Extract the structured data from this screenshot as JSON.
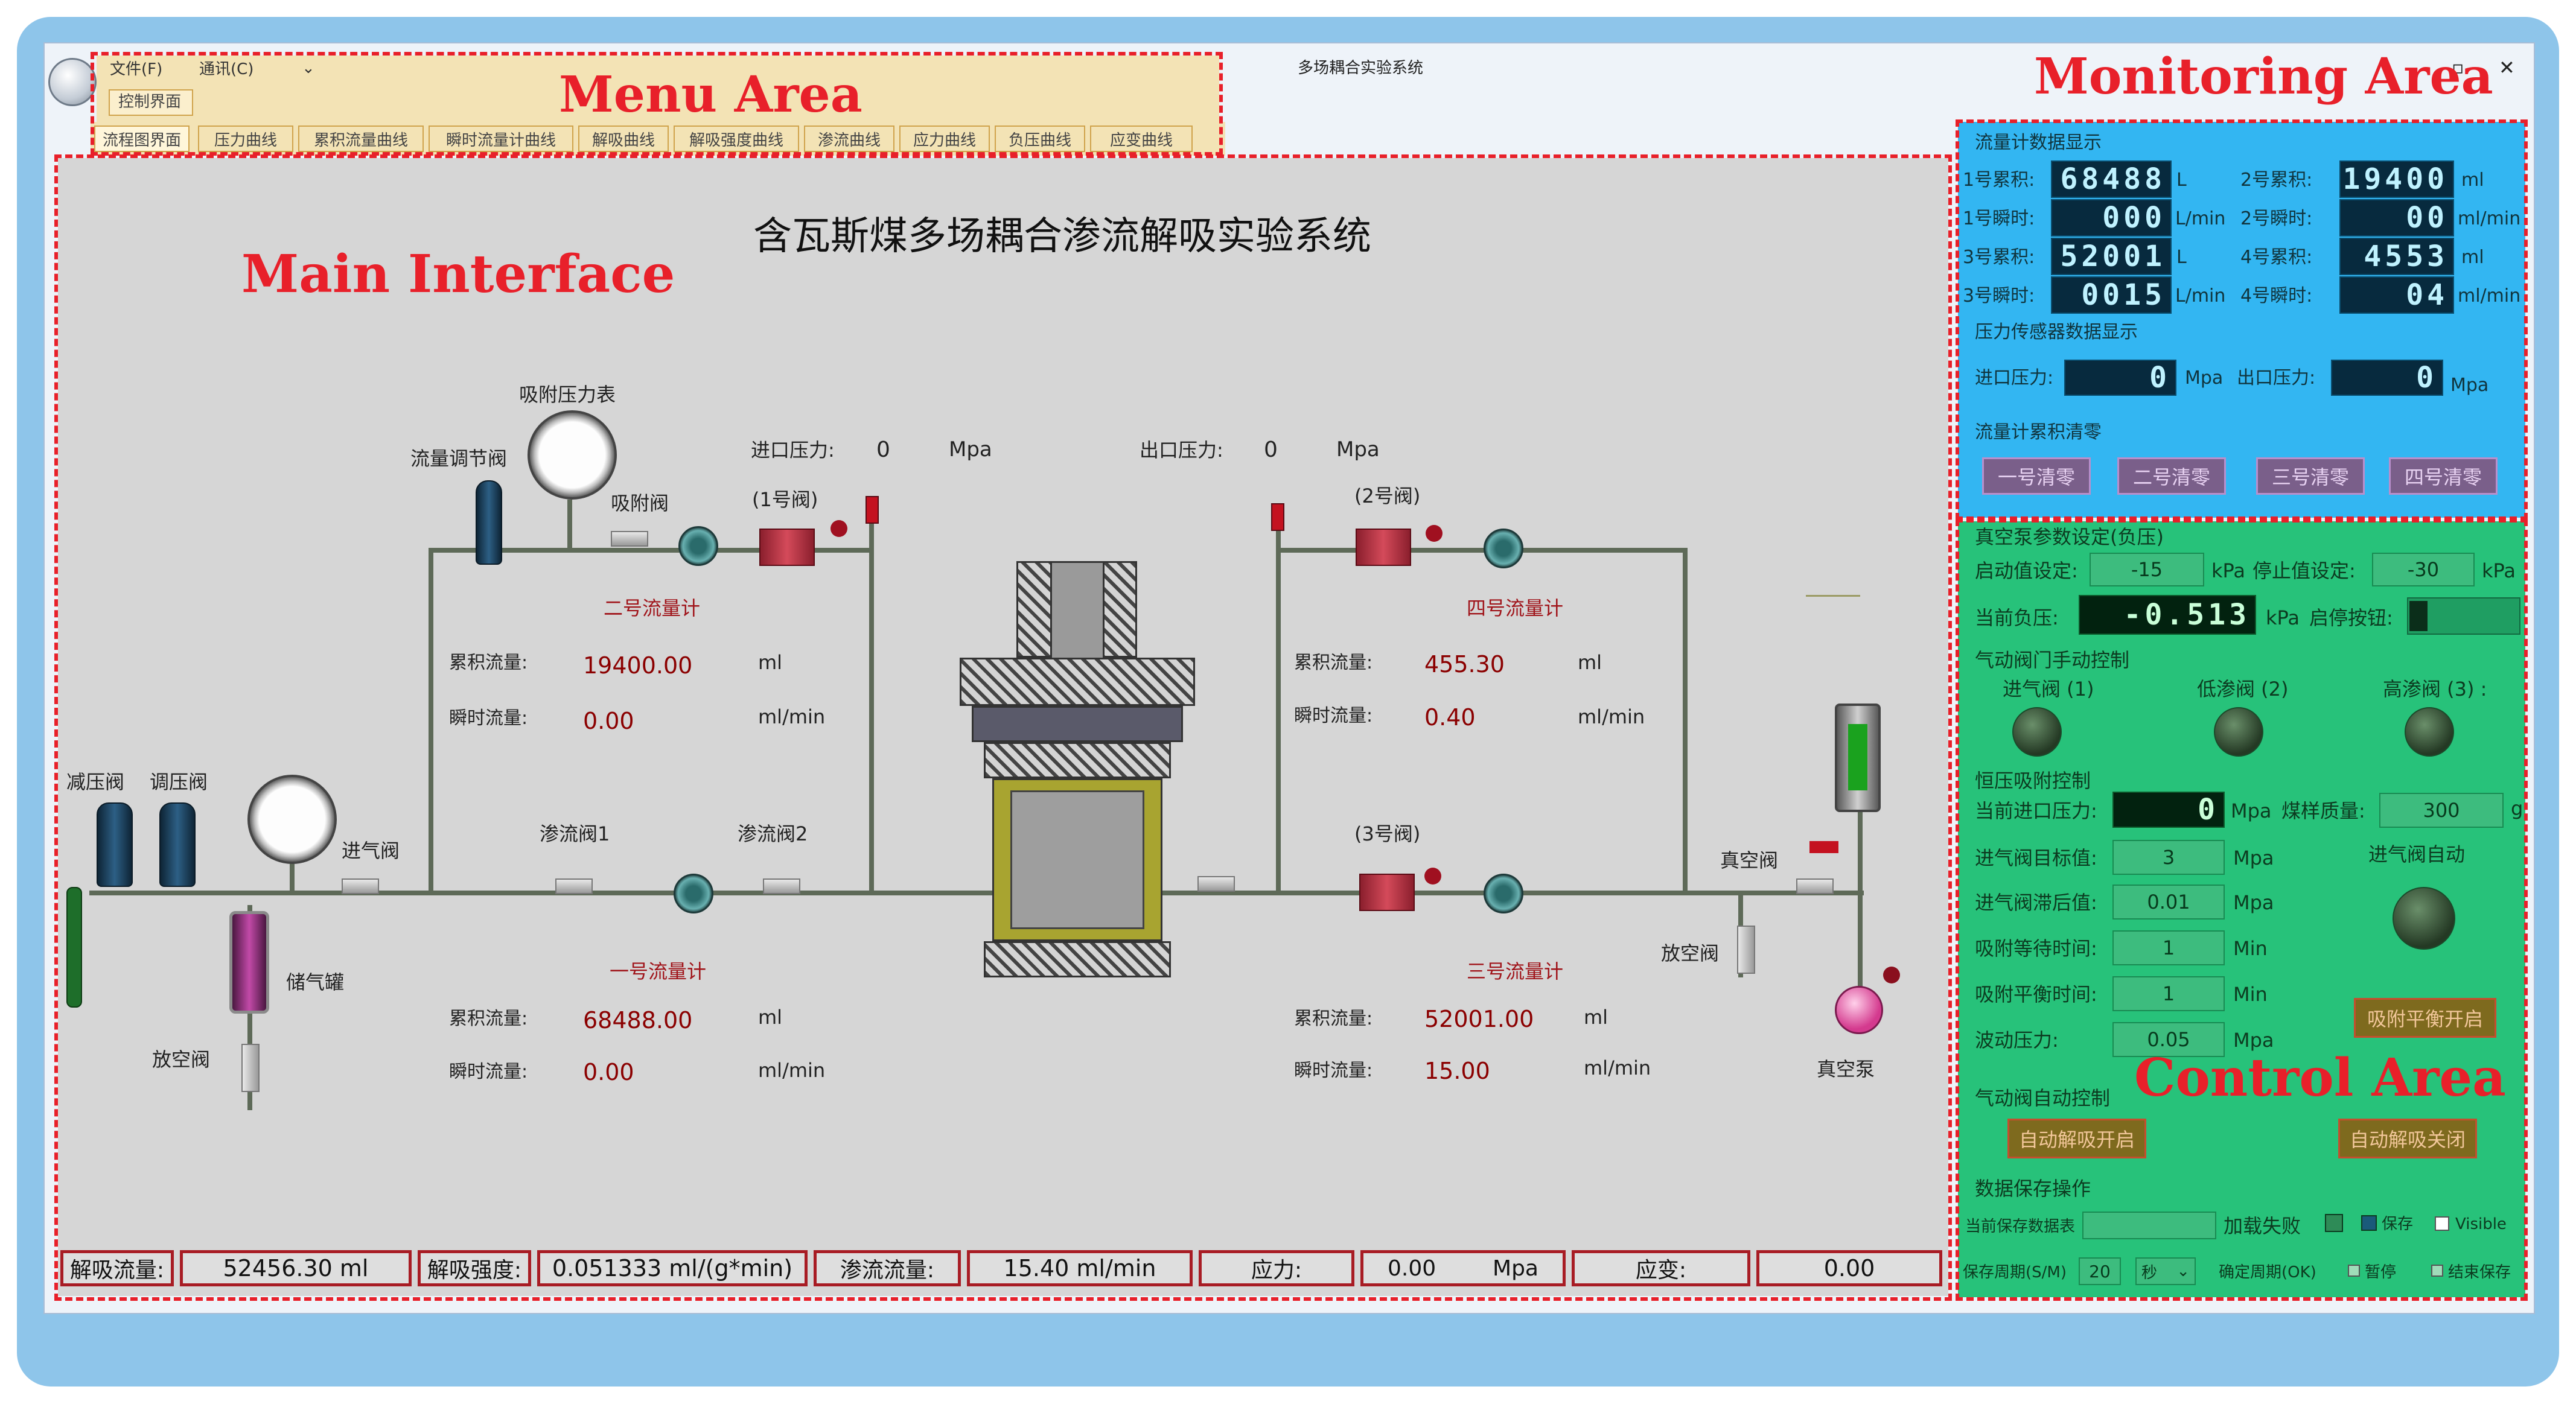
{
  "window": {
    "title": "多场耦合实验系统",
    "controls": {
      "restore": "▫",
      "close": "✕"
    }
  },
  "menu": {
    "file": "文件(F)",
    "comm": "通讯(C)",
    "pin": "⌄",
    "top_tab": "控制界面"
  },
  "tabs": [
    "流程图界面",
    "压力曲线",
    "累积流量曲线",
    "瞬时流量计曲线",
    "解吸曲线",
    "解吸强度曲线",
    "渗流曲线",
    "应力曲线",
    "负压曲线",
    "应变曲线"
  ],
  "annotations": {
    "menu": "Menu Area",
    "monitor": "Monitoring Area",
    "main": "Main Interface",
    "control": "Control Area"
  },
  "diagram": {
    "title": "含瓦斯煤多场耦合渗流解吸实验系统",
    "labels": {
      "adsorb_gauge": "吸附压力表",
      "flow_reg": "流量调节阀",
      "adsorb_valve": "吸附阀",
      "valve1": "(1号阀)",
      "valve2": "(2号阀)",
      "valve3": "(3号阀)",
      "fm2": "二号流量计",
      "fm4": "四号流量计",
      "fm1": "一号流量计",
      "fm3": "三号流量计",
      "reducer": "减压阀",
      "regulator": "调压阀",
      "inlet_valve": "进气阀",
      "seep1": "渗流阀1",
      "seep2": "渗流阀2",
      "tank": "储气罐",
      "vent_left": "放空阀",
      "vacuum_valve": "真空阀",
      "vent_right": "放空阀",
      "vacuum_pump": "真空泵",
      "in_pressure": "进口压力:",
      "out_pressure": "出口压力:",
      "cum": "累积流量:",
      "inst": "瞬时流量:"
    },
    "in_pressure": "0",
    "out_pressure": "0",
    "mpa": "Mpa",
    "fm2": {
      "cum": "19400.00",
      "cum_unit": "ml",
      "inst": "0.00",
      "inst_unit": "ml/min"
    },
    "fm4": {
      "cum": "455.30",
      "cum_unit": "ml",
      "inst": "0.40",
      "inst_unit": "ml/min"
    },
    "fm1": {
      "cum": "68488.00",
      "cum_unit": "ml",
      "inst": "0.00",
      "inst_unit": "ml/min"
    },
    "fm3": {
      "cum": "52001.00",
      "cum_unit": "ml",
      "inst": "15.00",
      "inst_unit": "ml/min"
    }
  },
  "status": {
    "desorb_label": "解吸流量:",
    "desorb_value": "52456.30  ml",
    "intensity_label": "解吸强度:",
    "intensity_value": "0.051333  ml/(g*min)",
    "seep_label": "渗流流量:",
    "seep_value": "15.40   ml/min",
    "stress_label": "应力:",
    "stress_value": "0.00",
    "stress_unit": "Mpa",
    "strain_label": "应变:",
    "strain_value": "0.00"
  },
  "monitor": {
    "flow_title": "流量计数据显示",
    "cum1_label": "1号累积:",
    "cum1": "68488",
    "cum1_unit": "L",
    "cum2_label": "2号累积:",
    "cum2": "19400",
    "cum2_unit": "ml",
    "inst1_label": "1号瞬时:",
    "inst1": "000",
    "inst1_unit": "L/min",
    "inst2_label": "2号瞬时:",
    "inst2": "00",
    "inst2_unit": "ml/min",
    "cum3_label": "3号累积:",
    "cum3": "52001",
    "cum3_unit": "L",
    "cum4_label": "4号累积:",
    "cum4": "4553",
    "cum4_unit": "ml",
    "inst3_label": "3号瞬时:",
    "inst3": "0015",
    "inst3_unit": "L/min",
    "inst4_label": "4号瞬时:",
    "inst4": "04",
    "inst4_unit": "ml/min",
    "pressure_title": "压力传感器数据显示",
    "in_label": "进口压力:",
    "in_value": "0",
    "in_unit": "Mpa",
    "out_label": "出口压力:",
    "out_value": "0",
    "out_unit": "Mpa",
    "clear_title": "流量计累积清零",
    "clear_buttons": [
      "一号清零",
      "二号清零",
      "三号清零",
      "四号清零"
    ]
  },
  "control": {
    "vac_title": "真空泵参数设定(负压)",
    "start_label": "启动值设定:",
    "start_value": "-15",
    "kpa": "kPa",
    "stop_label": "停止值设定:",
    "stop_value": "-30",
    "current_label": "当前负压:",
    "current_value": "-0.513",
    "toggle_label": "启停按钮:",
    "manual_title": "气动阀门手动控制",
    "valve_in": "进气阀 (1)",
    "valve_low": "低渗阀 (2)",
    "valve_high": "高渗阀 (3) :",
    "const_title": "恒压吸附控制",
    "cur_in_label": "当前进口压力:",
    "cur_in_value": "0",
    "mpa": "Mpa",
    "coal_label": "煤样质量:",
    "coal_value": "300",
    "g": "g",
    "target_label": "进气阀目标值:",
    "target_value": "3",
    "lag_label": "进气阀滞后值:",
    "lag_value": "0.01",
    "auto_in": "进气阀自动",
    "wait_label": "吸附等待时间:",
    "wait_value": "1",
    "min": "Min",
    "balance_label": "吸附平衡时间:",
    "balance_value": "1",
    "fluct_label": "波动压力:",
    "fluct_value": "0.05",
    "balance_btn": "吸附平衡开启",
    "auto_title": "气动阀自动控制",
    "auto_open": "自动解吸开启",
    "auto_close": "自动解吸关闭",
    "save_title": "数据保存操作",
    "current_table": "当前保存数据表",
    "load_fail": "加载失败",
    "save": "保存",
    "visible": "Visible",
    "period_label": "保存周期(S/M)",
    "period_value": "20",
    "period_unit": "秒",
    "confirm": "确定周期(OK)",
    "pause": "暂停",
    "end_save": "结束保存"
  },
  "colors": {
    "monitor_bg": "#33b6f2",
    "control_bg": "#27c27a",
    "menu_bg": "#f3e3b5",
    "annotation": "#e8202a",
    "value_text": "#8b0000"
  }
}
